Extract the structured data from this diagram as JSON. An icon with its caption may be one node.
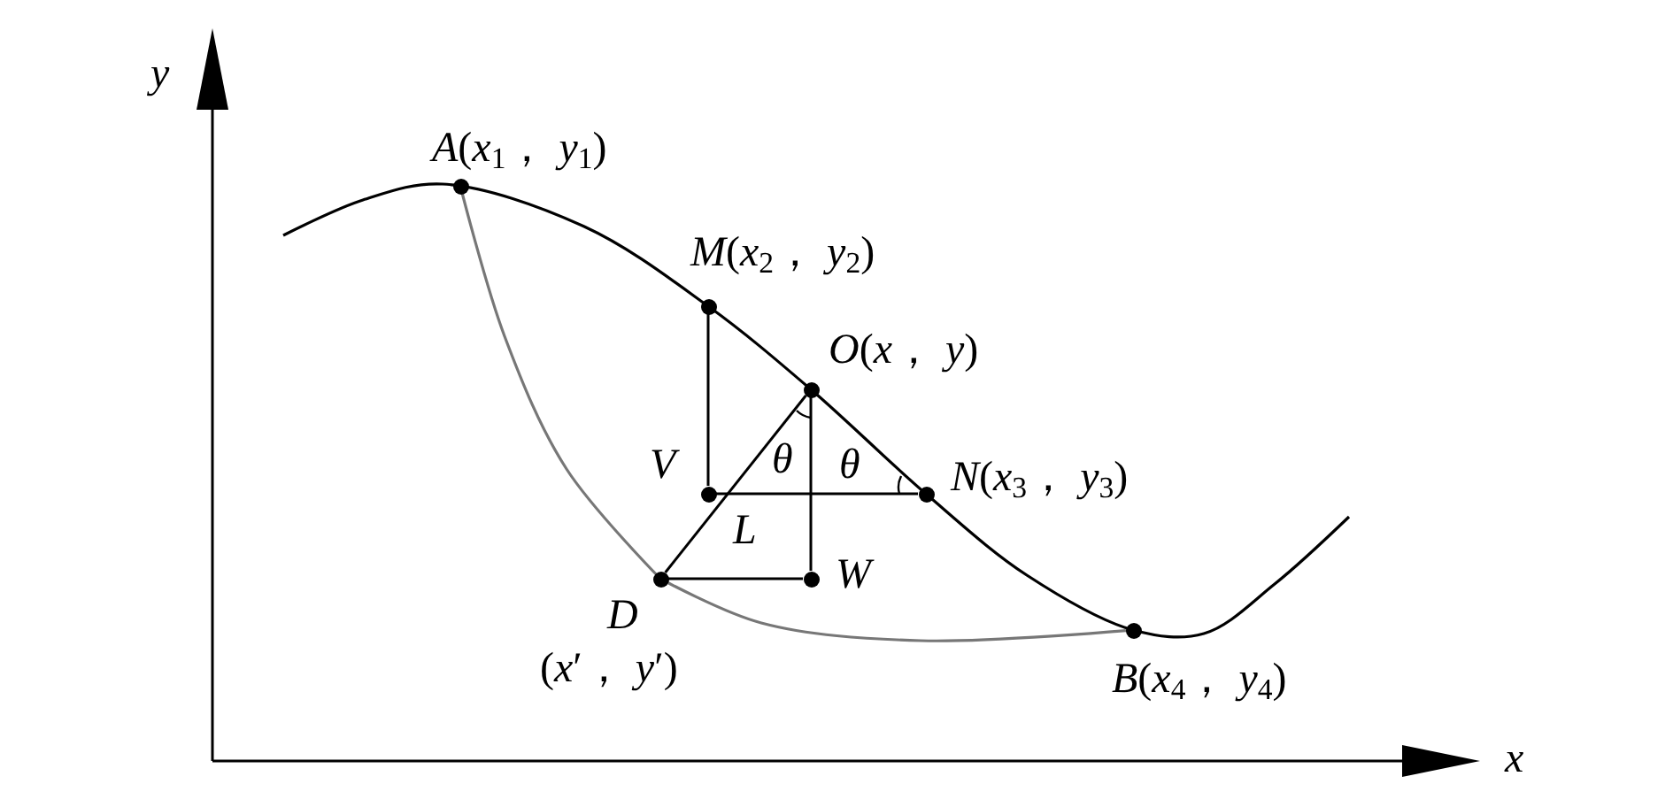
{
  "diagram": {
    "nodes": [
      {
        "text": [
          "*A*(*x*$_{1}$， *y*$_{1}$)"
        ]
      },
      {
        "text": [
          "*M*(*x*$_{2}$， *y*$_{2}$)"
        ]
      },
      {
        "text": [
          "*O*(*x*， *y*)"
        ]
      },
      {
        "text": [
          "*V*"
        ]
      },
      {
        "text": [
          "*N*(*x*$_{3}$， *y*$_{3}$)"
        ]
      },
      {
        "text": [
          "*D*",
          "(*x*′， *y*′)"
        ]
      },
      {
        "text": [
          "*W*"
        ]
      },
      {
        "text": [
          "*B*(*x*$_{4}$， *y*$_{4}$)"
        ]
      }
    ],
    "edges": [
      {
        "from": 1,
        "to": 3,
        "arrow": "none"
      },
      {
        "from": 3,
        "to": 4,
        "arrow": "none"
      },
      {
        "from": 2,
        "to": 5,
        "arrow": "none"
      },
      {
        "from": 2,
        "to": 6,
        "arrow": "none"
      },
      {
        "from": 5,
        "to": 6,
        "arrow": "none"
      },
      {
        "from": 0,
        "to": 5,
        "arrow": "none",
        "color": "#777777"
      },
      {
        "from": 5,
        "to": 7,
        "arrow": "none",
        "color": "#777777"
      }
    ],
    "labels": [
      "*y*",
      "*x*",
      "*θ*",
      "*θ*",
      "*L*"
    ]
  }
}
